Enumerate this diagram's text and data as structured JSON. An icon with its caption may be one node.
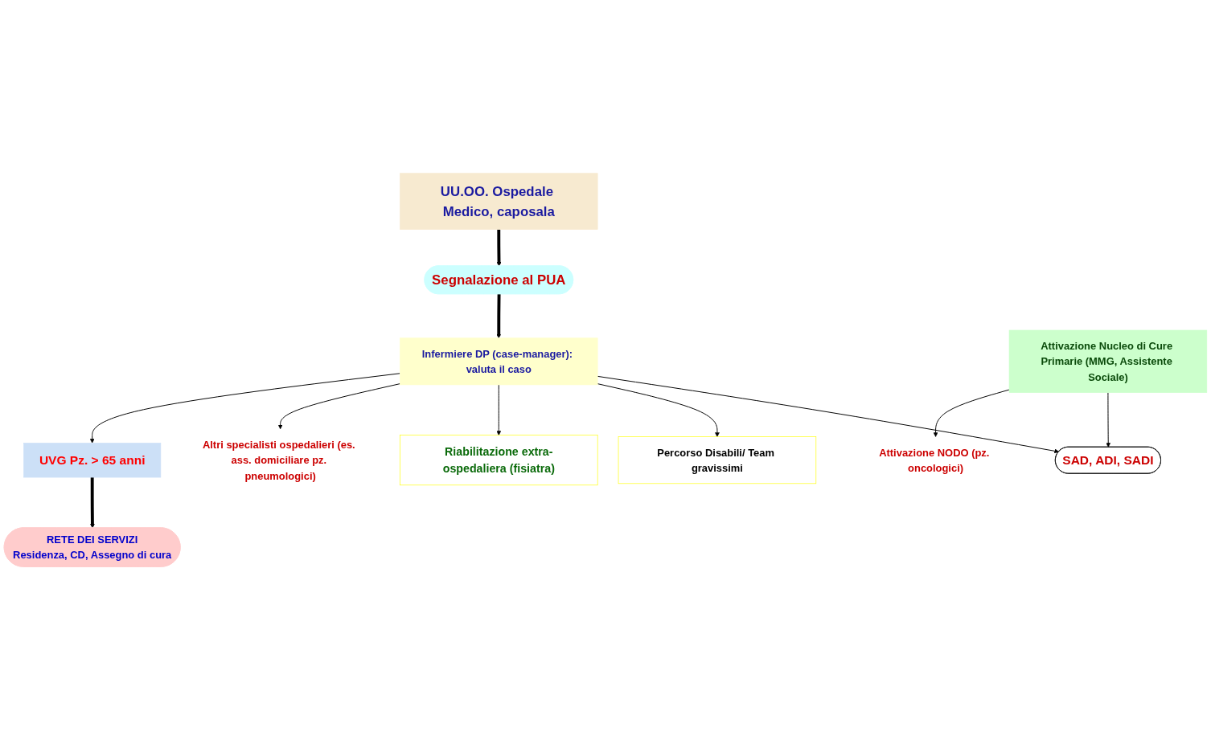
{
  "diagram": {
    "nodes": [
      {
        "text": [
          "UU.OO. Ospedale Medico, caposala"
        ]
      },
      {
        "text": [
          "Segnalazione al PUA"
        ]
      },
      {
        "text": [
          "Infermiere DP (case-manager): valuta il caso"
        ]
      },
      {
        "text": [
          "Attivazione Nucleo di Cure Primarie (MMG, Assistente Sociale)"
        ]
      },
      {
        "text": [
          "SAD, ADI, SADI"
        ]
      },
      {
        "text": [
          "Percorso Disabili/ Team gravissimi"
        ]
      },
      {
        "text": [
          "Attivazione NODO (pz. oncologici)"
        ]
      },
      {
        "text": [
          "UVG Pz. > 65 anni"
        ]
      },
      {
        "text": [
          "Riabilitazione extra-ospedaliera (fisiatra)"
        ]
      },
      {
        "text": [
          "RETE DEI SERVIZI",
          "Residenza, CD, Assegno di cura"
        ]
      },
      {
        "text": [
          "Altri specialisti ospedalieri (es. ass. domiciliare pz. pneumologici)"
        ]
      }
    ],
    "edges": [
      {
        "from": 0,
        "to": 1,
        "arrow": "to",
        "style": "thick"
      },
      {
        "from": 1,
        "to": 2,
        "arrow": "to",
        "style": "thick"
      },
      {
        "from": 2,
        "to": 4,
        "arrow": "to"
      },
      {
        "from": 2,
        "to": 5,
        "arrow": "to"
      },
      {
        "from": 2,
        "to": 8,
        "arrow": "to"
      },
      {
        "from": 2,
        "to": 10,
        "arrow": "to"
      },
      {
        "from": 2,
        "to": 7,
        "arrow": "to"
      },
      {
        "from": 3,
        "to": 4,
        "arrow": "to"
      },
      {
        "from": 3,
        "to": 6,
        "arrow": "to"
      },
      {
        "from": 7,
        "to": 9,
        "arrow": "to",
        "style": "thick"
      }
    ]
  }
}
